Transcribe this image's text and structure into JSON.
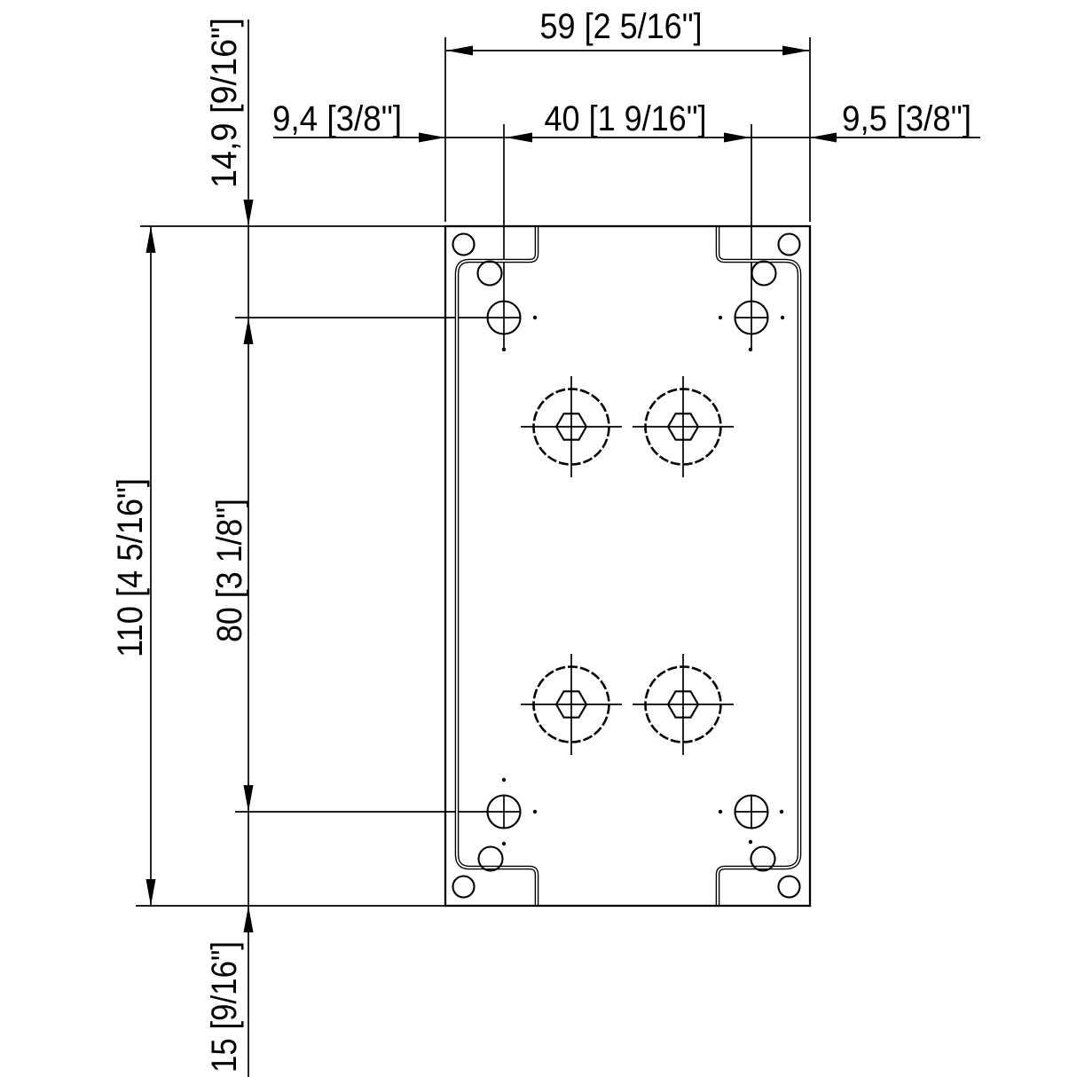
{
  "drawing": {
    "kind": "technical-dimension-drawing",
    "view": "enclosure mounting plate, top view",
    "background": "#ffffff",
    "line_color": "#000000",
    "dimensions": {
      "total_width": "59 [2 5/16\"]",
      "hole_pitch_x": "40 [1 9/16\"]",
      "left_offset": "9,4 [3/8\"]",
      "right_offset": "9,5 [3/8\"]",
      "top_offset": "14,9 [9/16\"]",
      "total_height": "110 [4 5/16\"]",
      "hole_pitch_y": "80 [3 1/8\"]",
      "bottom_offset": "15 [9/16\"]"
    }
  }
}
